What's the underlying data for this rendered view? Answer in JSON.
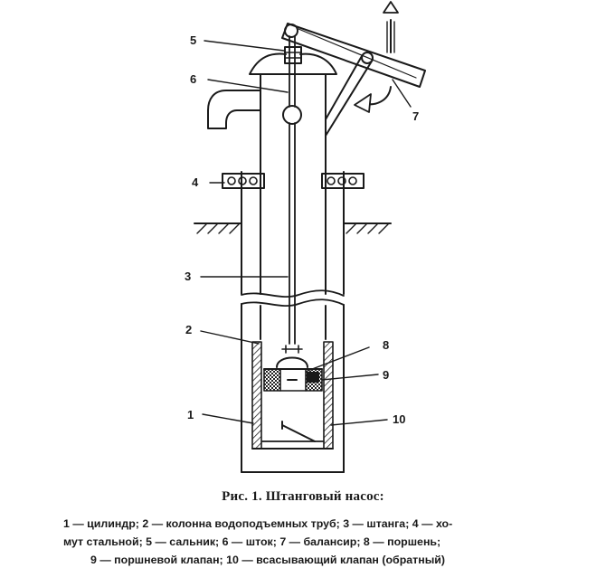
{
  "callouts": {
    "c1": "1",
    "c2": "2",
    "c3": "3",
    "c4": "4",
    "c5": "5",
    "c6": "6",
    "c7": "7",
    "c8": "8",
    "c9": "9",
    "c10": "10"
  },
  "caption": {
    "title": "Рис. 1. Штанговый насос:",
    "line1": "1 — цилиндр; 2 — колонна водоподъемных труб; 3 — штанга; 4 — хо-",
    "line2": "мут стальной; 5 — сальник; 6 — шток; 7 — балансир; 8 — поршень;",
    "line3": "9 — поршневой клапан; 10 — всасывающий клапан (обратный)"
  }
}
